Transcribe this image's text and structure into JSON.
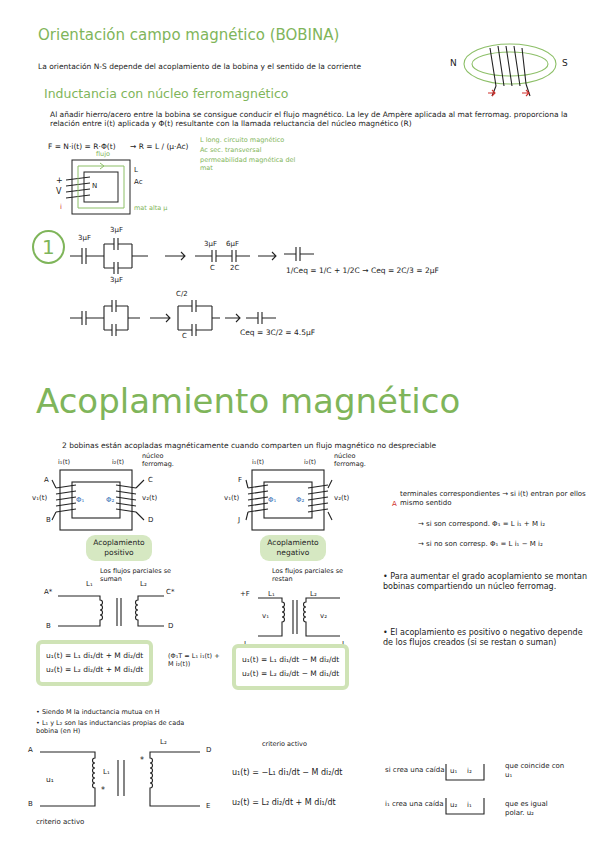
{
  "diagram": {
    "title": "Acoplamiento magnético",
    "nodes": [
      {
        "text": [
          "1"
        ]
      },
      {
        "text": [
          "Acoplamiento positivo"
        ]
      },
      {
        "text": [
          "Acoplamiento negativo"
        ]
      },
      {
        "text": [
          "u₁(t) = L₁ di₁/dt + M di₂/dt",
          "u₂(t) = L₂ di₂/dt + M di₁/dt"
        ]
      },
      {
        "text": [
          "u₁(t) = L₁ di₁/dt − M di₂/dt",
          "u₂(t) = L₂ di₂/dt − M di₁/dt"
        ]
      }
    ],
    "labels": [
      "Orientación campo magnético (BOBINA)",
      "La orientación N-S depende del acoplamiento de la bobina y el sentido de la corriente",
      "N",
      "S",
      "Inductancia con núcleo ferromagnético",
      "Al añadir hierro/acero entre la bobina se consigue conducir el flujo magnético. La ley de Ampère aplicada al mat ferromag. proporciona la relación entre i(t) aplicada y Φ(t) resultante con la llamada reluctancia del núcleo magnético (R)",
      "F = N·i(t) = R·Φ(t)",
      "→ R = L / (μ·Ac)",
      "L long. circuito magnético",
      "Ac sec. transversal",
      "permeabilidad magnética del mat",
      "flujo",
      "L",
      "Ac",
      "+",
      "V",
      "i",
      "N",
      "mat alta μ",
      "3μF",
      "3μF",
      "3μF",
      "3μF",
      "6μF",
      "C",
      "2C",
      "1/Ceq = 1/C + 1/2C → Ceq = 2C/3 = 2μF",
      "C/2",
      "C",
      "Ceq = 3C/2 = 4.5μF",
      "2 bobinas están acopladas magnéticamente cuando comparten un flujo magnético no despreciable",
      "núcleo ferromag.",
      "A",
      "i₁(t)",
      "v₁(t)",
      "B",
      "i₂(t)",
      "C",
      "v₂(t)",
      "D",
      "Φ₁",
      "Φ₂",
      "Los flujos parciales se suman",
      "núcleo ferromag.",
      "F",
      "i₁(t)",
      "v₁(t)",
      "J",
      "i₂(t)",
      "v₂(t)",
      "Φ₁",
      "Φ₂",
      "Los flujos parciales se restan",
      "A",
      "terminales correspondientes → si i(t) entran por ellos mismo sentido",
      "→ si son correspond.   Φ₁ = L i₁ + M i₂",
      "→ si no son corresp.   Φ₁ = L i₁ − M i₂",
      "• Para aumentar el grado acoplamiento se montan bobinas compartiendo un núcleo ferromag.",
      "• El acoplamiento es positivo o negativo depende de los flujos creados (si se restan o suman)",
      "A*",
      "L₁",
      "L₂",
      "C*",
      "B",
      "D",
      "+F",
      "v₁",
      "L₁",
      "L₂",
      "v₂",
      "J",
      "L",
      "(Φ₁T = L₁ i₁(t) + M i₂(t))",
      "• Siendo M la inductancia mutua en H",
      "• L₁ y L₂ son las inductancias propias de cada bobina (en H)",
      "A",
      "u₁",
      "B",
      "L₁",
      "*",
      "*",
      "L₂",
      "D",
      "E",
      "criterio activo",
      "criterio activo",
      "u₁(t) = −L₁ di₁/dt − M di₂/dt",
      "u₂(t) = L₂ di₂/dt + M di₁/dt",
      "si crea una caída",
      "u₁",
      "i₂",
      "que coincide con u₁",
      "i₁ crea una caída",
      "u₂",
      "i₁",
      "que es igual polar. u₂"
    ]
  }
}
